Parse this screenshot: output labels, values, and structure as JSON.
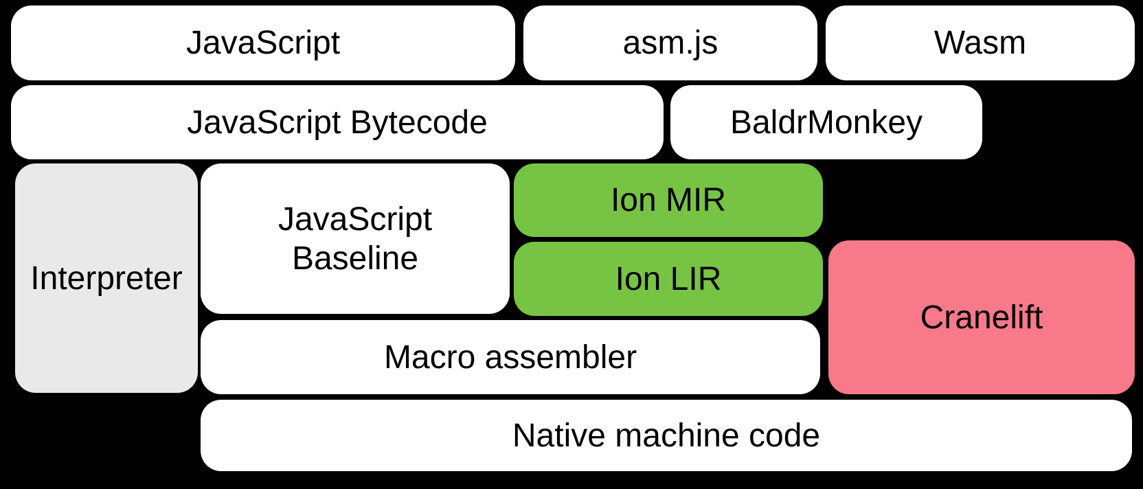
{
  "diagram": {
    "background_color": "#000000",
    "text_color": "#000000",
    "colors": {
      "default_box": "#FFFFFF",
      "interpreter_box": "#E9E9E9",
      "ion_box": "#77C344",
      "cranelift_box": "#F7798A"
    },
    "nodes": [
      {
        "id": "javascript",
        "label": "JavaScript",
        "color": "#FFFFFF"
      },
      {
        "id": "asmjs",
        "label": "asm.js",
        "color": "#FFFFFF"
      },
      {
        "id": "wasm",
        "label": "Wasm",
        "color": "#FFFFFF"
      },
      {
        "id": "javascript-bytecode",
        "label": "JavaScript Bytecode",
        "color": "#FFFFFF"
      },
      {
        "id": "baldrmonkey",
        "label": "BaldrMonkey",
        "color": "#FFFFFF"
      },
      {
        "id": "interpreter",
        "label": "Interpreter",
        "color": "#E9E9E9"
      },
      {
        "id": "javascript-baseline",
        "label": "JavaScript\nBaseline",
        "color": "#FFFFFF"
      },
      {
        "id": "ion-mir",
        "label": "Ion MIR",
        "color": "#77C344"
      },
      {
        "id": "ion-lir",
        "label": "Ion LIR",
        "color": "#77C344"
      },
      {
        "id": "cranelift",
        "label": "Cranelift",
        "color": "#F7798A"
      },
      {
        "id": "macro-assembler",
        "label": "Macro assembler",
        "color": "#FFFFFF"
      },
      {
        "id": "native-machine-code",
        "label": "Native machine code",
        "color": "#FFFFFF"
      }
    ]
  }
}
